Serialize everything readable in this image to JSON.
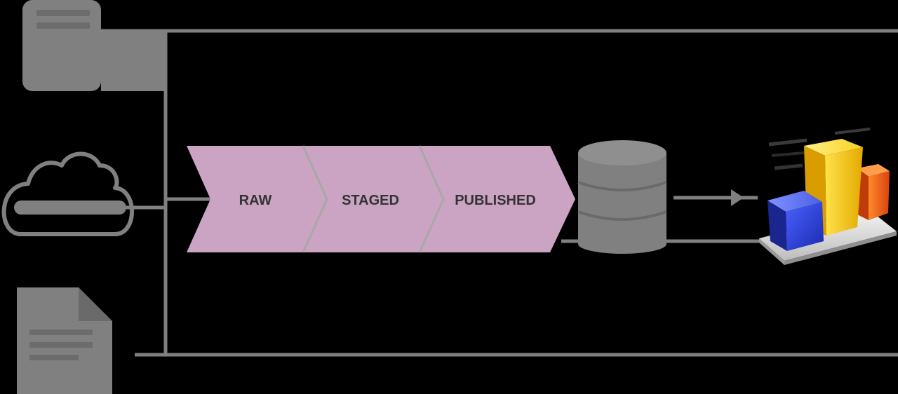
{
  "pipeline": {
    "stages": [
      {
        "label": "RAW"
      },
      {
        "label": "STAGED"
      },
      {
        "label": "PUBLISHED"
      }
    ]
  },
  "sources": [
    {
      "icon": "server-icon"
    },
    {
      "icon": "cloud-icon"
    },
    {
      "icon": "document-icon"
    }
  ],
  "targets": {
    "storage_icon": "database-icon",
    "consumer_icon": "bar-chart-icon"
  },
  "colors": {
    "background": "#000000",
    "stage_fill": "#cba3c3",
    "stage_divider": "#a8a8a8",
    "icon_gray": "#808080",
    "stage_text": "#333333",
    "bar_blue": "#2a3fd6",
    "bar_yellow": "#f5c400",
    "bar_orange": "#e8581a"
  }
}
